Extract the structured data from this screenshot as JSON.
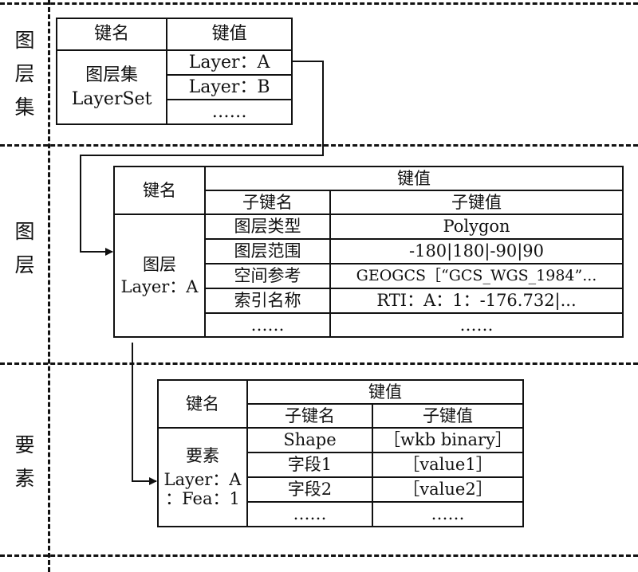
{
  "side_labels": {
    "layerset": [
      "图",
      "层",
      "集"
    ],
    "layer": [
      "图",
      "层"
    ],
    "feature": [
      "要",
      "素"
    ]
  },
  "layerset_table": {
    "key_header": "键名",
    "value_header": "键值",
    "key_lines": [
      "图层集",
      "LayerSet"
    ],
    "values": [
      "Layer：A",
      "Layer：B",
      "……"
    ]
  },
  "layer_table": {
    "key_header": "键名",
    "value_header": "键值",
    "subkey_header": "子键名",
    "subvalue_header": "子键值",
    "key_lines": [
      "图层",
      "Layer：A"
    ],
    "rows": [
      {
        "subkey": "图层类型",
        "subvalue": "Polygon"
      },
      {
        "subkey": "图层范围",
        "subvalue": "-180|180|-90|90"
      },
      {
        "subkey": "空间参考",
        "subvalue": "GEOGCS［“GCS_WGS_1984”..."
      },
      {
        "subkey": "索引名称",
        "subvalue": "RTI：A：1：-176.732|..."
      },
      {
        "subkey": "……",
        "subvalue": "……"
      }
    ]
  },
  "feature_table": {
    "key_header": "键名",
    "value_header": "键值",
    "subkey_header": "子键名",
    "subvalue_header": "子键值",
    "key_lines": [
      "要素",
      "Layer：A",
      "：Fea：1"
    ],
    "rows": [
      {
        "subkey": "Shape",
        "subvalue": "［wkb binary］"
      },
      {
        "subkey": "字段1",
        "subvalue": "［value1］"
      },
      {
        "subkey": "字段2",
        "subvalue": "［value2］"
      },
      {
        "subkey": "……",
        "subvalue": "……"
      }
    ]
  }
}
